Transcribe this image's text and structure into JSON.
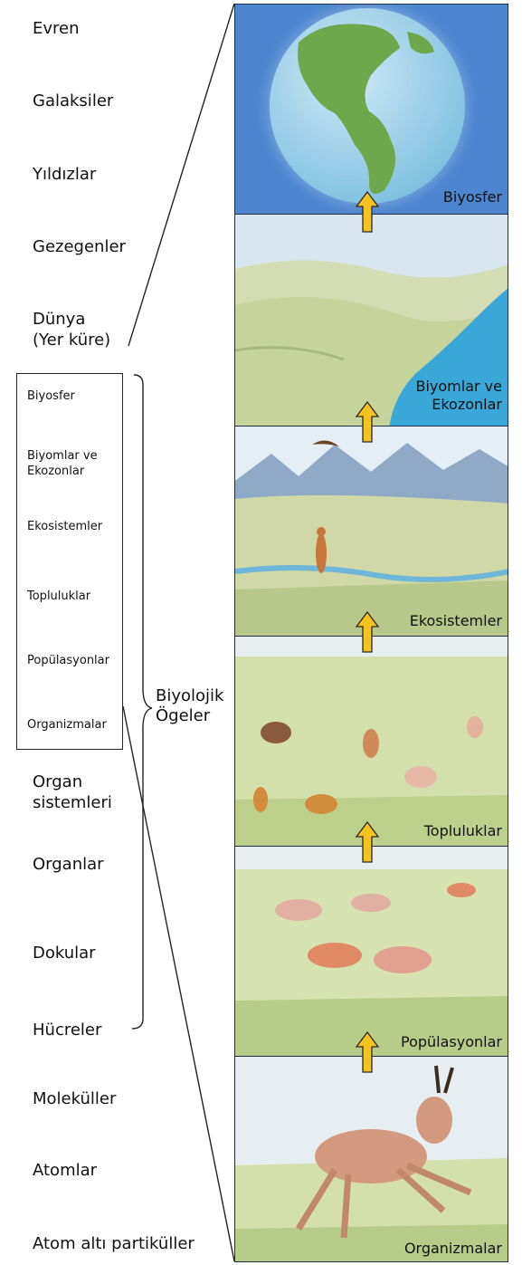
{
  "levels": {
    "evren": "Evren",
    "galaksiler": "Galaksiler",
    "yildizlar": "Yıldızlar",
    "gezegenler": "Gezegenler",
    "dunya": "Dünya\n(Yer küre)",
    "organ_sistemleri": "Organ\nsistemleri",
    "organlar": "Organlar",
    "dokular": "Dokular",
    "hucreler": "Hücreler",
    "molekuller": "Moleküller",
    "atomlar": "Atomlar",
    "atom_alti": "Atom altı partiküller"
  },
  "biological_box": {
    "items": [
      "Biyosfer",
      "Biyomlar ve\nEkozonlar",
      "Ekosistemler",
      "Topluluklar",
      "Popülasyonlar",
      "Organizmalar"
    ],
    "bracket_label": "Biyolojik\nÖgeler"
  },
  "panels": {
    "biyosfer": "Biyosfer",
    "biyomlar": "Biyomlar ve\nEkozonlar",
    "ekosistemler": "Ekosistemler",
    "topluluklar": "Topluluklar",
    "populasyonlar": "Popülasyonlar",
    "organizmalar": "Organizmalar"
  },
  "colors": {
    "arrow_fill": "#f6c21d",
    "arrow_stroke": "#2a2a2a",
    "sky_blue": "#4d86cf",
    "grass": "#c9d9a0",
    "water": "#3aa7d9"
  }
}
